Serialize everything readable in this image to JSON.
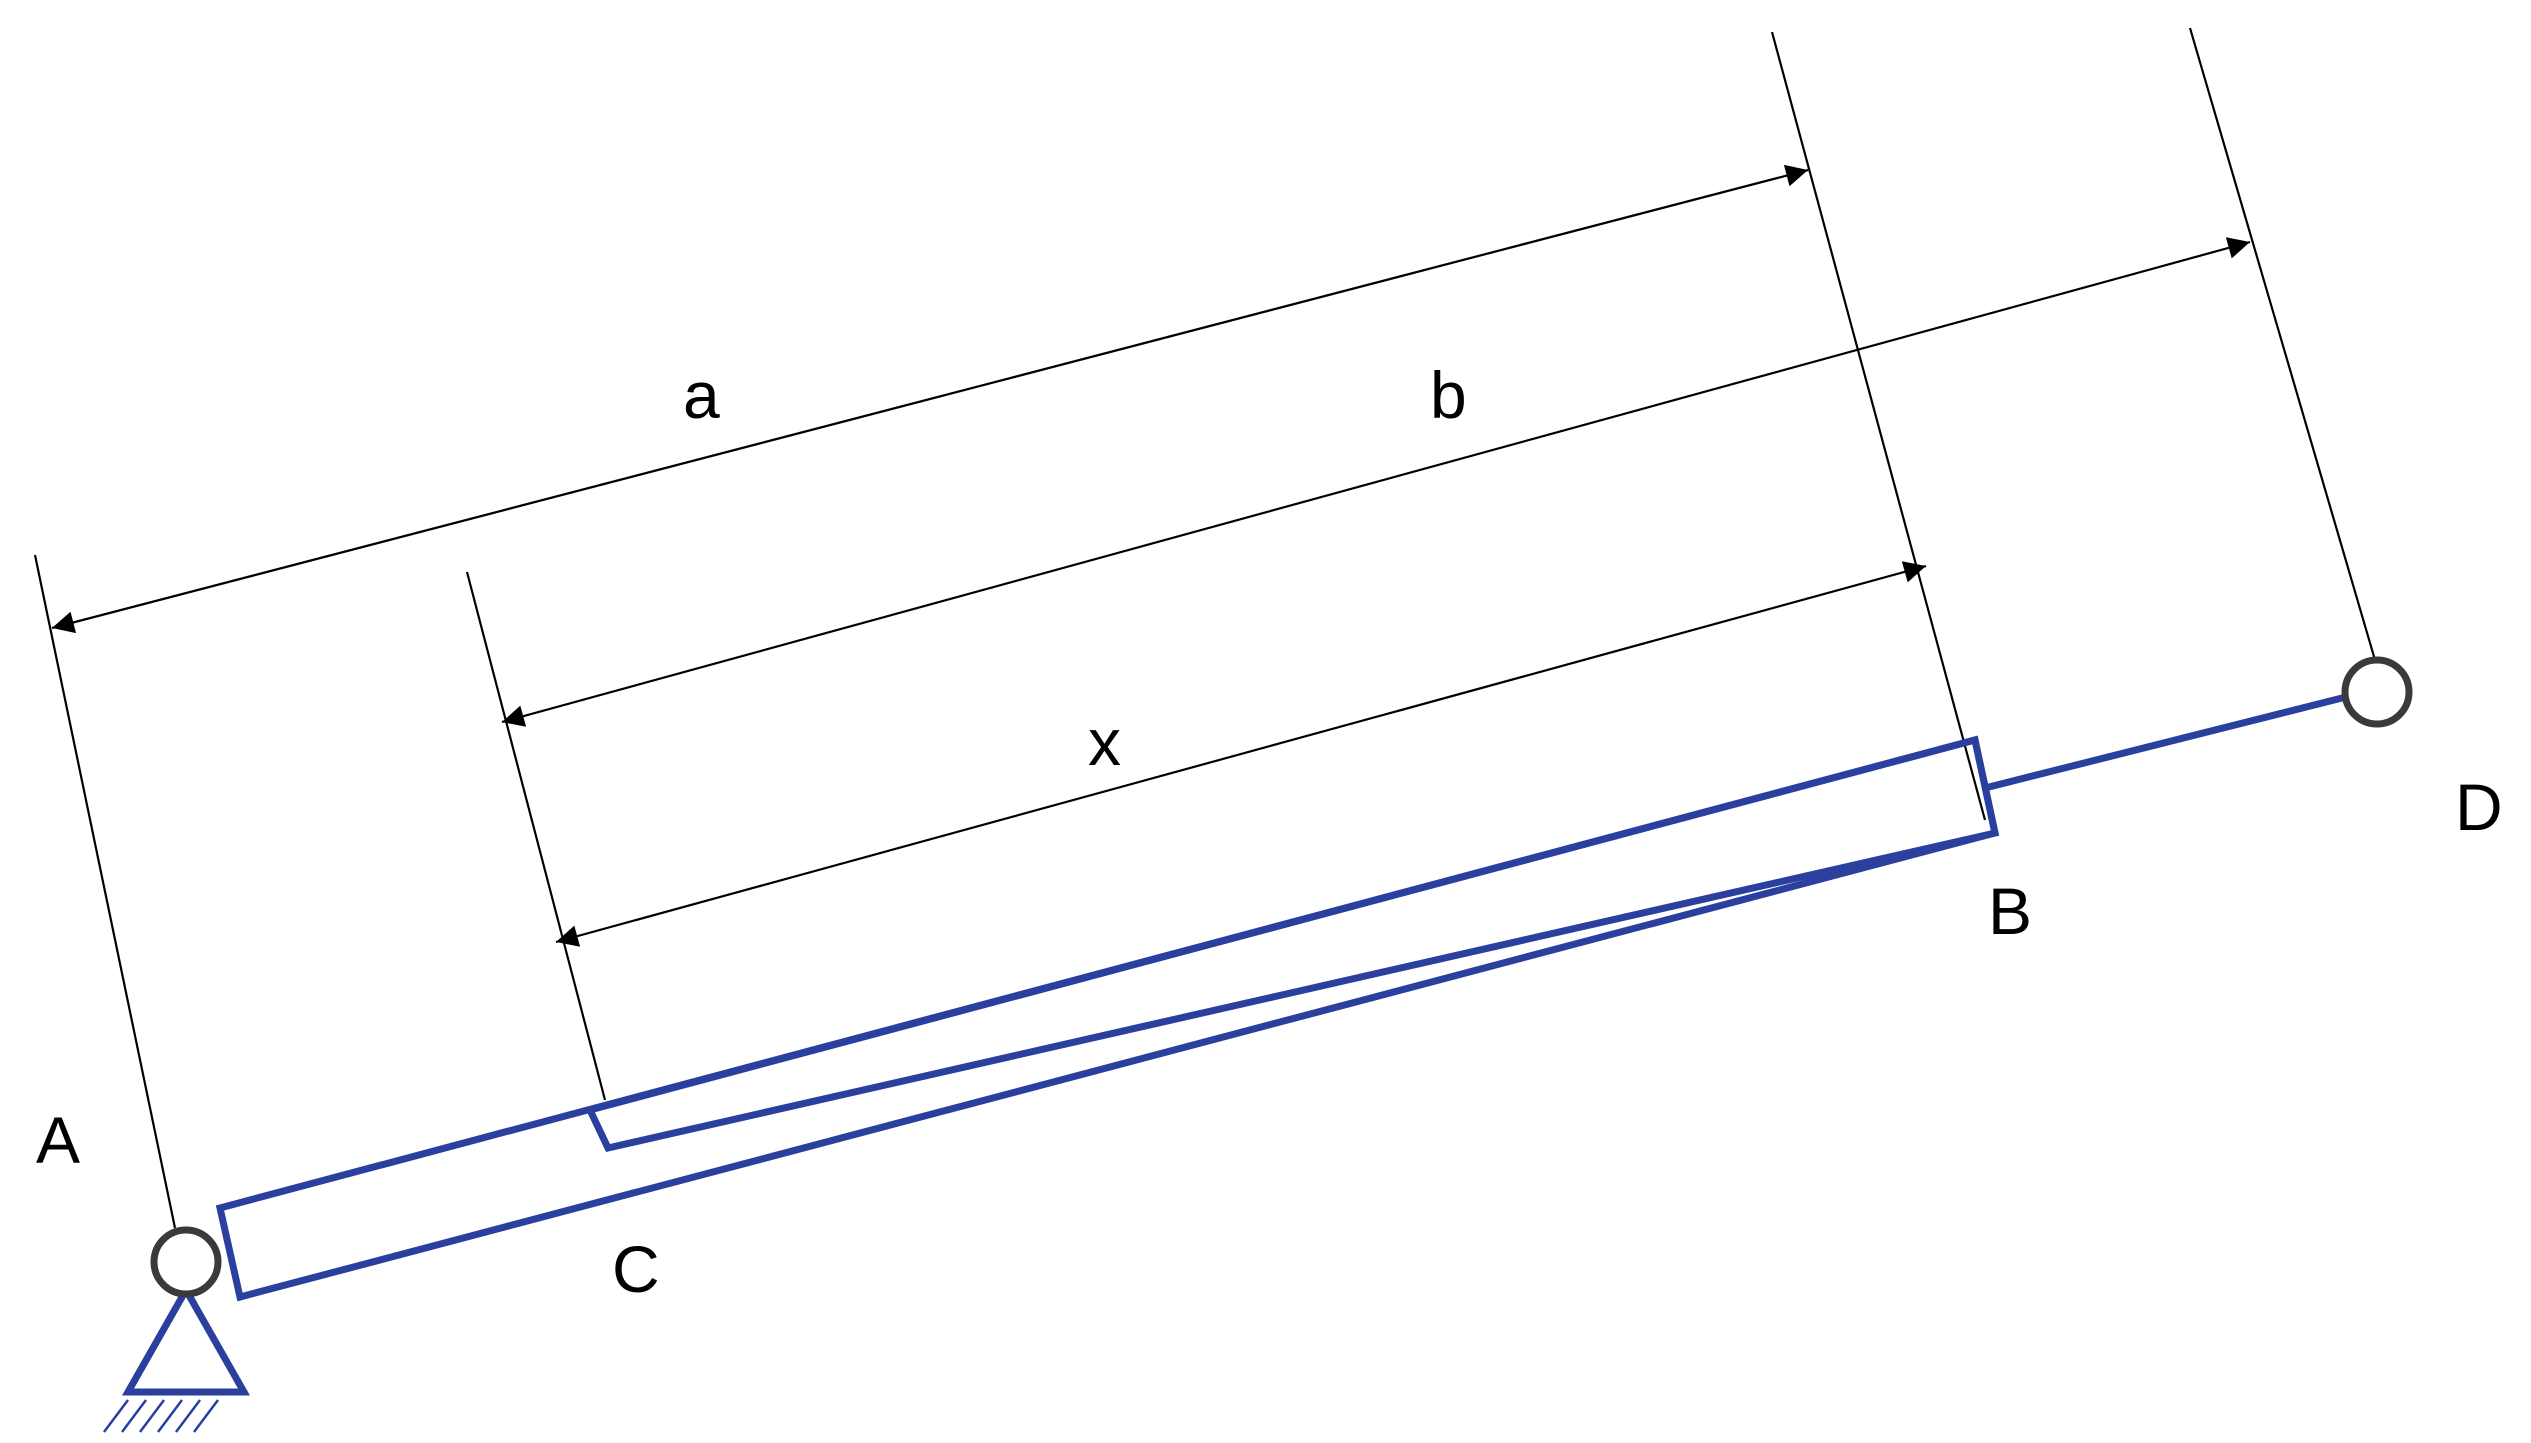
{
  "colors": {
    "mechanism": "#2a3f9e",
    "joint": "#3a3a3a",
    "dimension": "#000000",
    "background": "#ffffff"
  },
  "points": {
    "A": "A",
    "B": "B",
    "C": "C",
    "D": "D"
  },
  "dimensions": {
    "a": "a",
    "b": "b",
    "x": "x"
  }
}
